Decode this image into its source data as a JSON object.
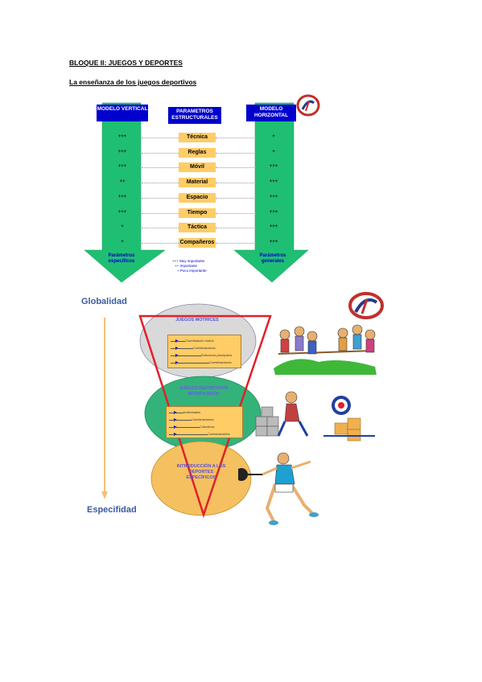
{
  "headings": {
    "section": "BLOQUE II: JUEGOS Y DEPORTES",
    "subsection": "La enseñanza de los juegos deportivos"
  },
  "diagram1": {
    "left_header": "MODELO VERTICAL",
    "center_header": "PARAMETROS ESTRUCTURALES",
    "right_header": "MODELO HORIZONTAL",
    "parameters": [
      {
        "name": "Técnica",
        "vertical": "+++",
        "horizontal": "+"
      },
      {
        "name": "Reglas",
        "vertical": "+++",
        "horizontal": "+"
      },
      {
        "name": "Móvil",
        "vertical": "+++",
        "horizontal": "+++"
      },
      {
        "name": "Material",
        "vertical": "++",
        "horizontal": "+++"
      },
      {
        "name": "Espacio",
        "vertical": "+++",
        "horizontal": "+++"
      },
      {
        "name": "Tiempo",
        "vertical": "+++",
        "horizontal": "+++"
      },
      {
        "name": "Táctica",
        "vertical": "+",
        "horizontal": "+++"
      },
      {
        "name": "Compañeros",
        "vertical": "+",
        "horizontal": "+++"
      }
    ],
    "left_arrow_label": "Parámetros específicos",
    "right_arrow_label": "Parámetros generales",
    "legend": [
      "+++ Muy importante",
      "++ Importante",
      "+ Poco importante"
    ],
    "colors": {
      "arrow": "#1fbf73",
      "header": "#0000cc",
      "param_box": "#ffcc66"
    }
  },
  "diagram2": {
    "top_label": "Globalidad",
    "bottom_label": "Especifidad",
    "levels": [
      {
        "title": "JUEGOS MOTRICES",
        "rows": [
          "Coordinación motriz",
          "Combinaciones",
          "Estructura perceptiva",
          "Combinaciones"
        ]
      },
      {
        "title": "JUEGOS DEPORTIVOS MODIFICADOS",
        "rows": [
          "Individuales",
          "Combinaciones",
          "Colectivos",
          "Combinaciones"
        ]
      },
      {
        "title": "INTRODUCCIÓN A LOS DEPORTES ESPECÍFICOS",
        "rows": []
      }
    ],
    "colors": {
      "level1": "#d9d9d9",
      "level2": "#33b37a",
      "level3": "#f4c060",
      "triangle": "#e0202a",
      "arrow": "#f3c07a"
    }
  }
}
